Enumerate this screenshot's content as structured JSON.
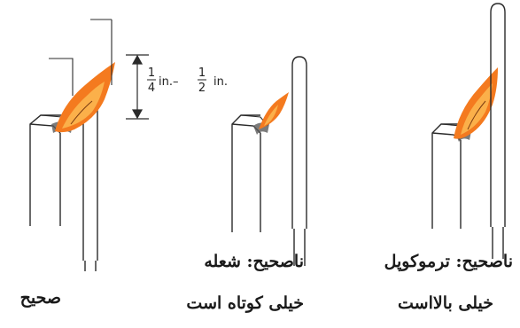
{
  "dimension": {
    "frac1_num": "1",
    "frac1_den": "4",
    "unit1": "in.–",
    "frac2_num": "1",
    "frac2_den": "2",
    "unit2": "in."
  },
  "panels": [
    {
      "caption_lines": [
        "صحیح"
      ]
    },
    {
      "caption_lines": [
        "ناصحیح: شعله",
        "خیلی کوتاه است"
      ]
    },
    {
      "caption_lines": [
        "ناصحیح: ترموکوپل",
        "خیلی بالااست"
      ]
    }
  ],
  "colors": {
    "line": "#2a2a2a",
    "flame_outer": "#f47a1f",
    "flame_inner": "#fbb04a",
    "pilot_hood": "#5a5a5a"
  }
}
